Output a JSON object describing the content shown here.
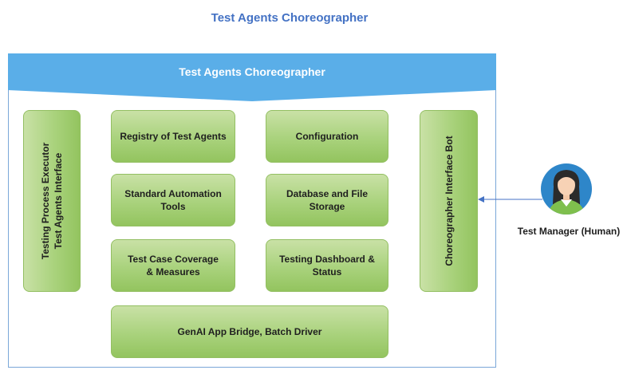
{
  "page_title": "Test Agents Choreographer",
  "banner_title": "Test Agents Choreographer",
  "left_bar": {
    "line1": "Testing Process Executor",
    "line2": "Test Agents Interface"
  },
  "right_bar": {
    "label": "Choreographer Interface Bot"
  },
  "modules": {
    "registry": {
      "line1": "Registry of Test Agents"
    },
    "configuration": {
      "line1": "Configuration"
    },
    "automation_tools": {
      "line1": "Standard Automation",
      "line2": "Tools"
    },
    "database_storage": {
      "line1": "Database and File",
      "line2": "Storage"
    },
    "coverage": {
      "line1": "Test Case Coverage",
      "line2": "& Measures"
    },
    "dashboard": {
      "line1": "Testing Dashboard &",
      "line2": "Status"
    },
    "genai_bridge": {
      "line1": "GenAI App Bridge, Batch Driver"
    }
  },
  "actor": {
    "label": "Test Manager (Human)",
    "icon": "woman-avatar-icon"
  },
  "colors": {
    "title_blue": "#4472c4",
    "banner_blue": "#5aaee8",
    "module_green": "#a9d27c",
    "arrow_blue": "#4472c4"
  }
}
